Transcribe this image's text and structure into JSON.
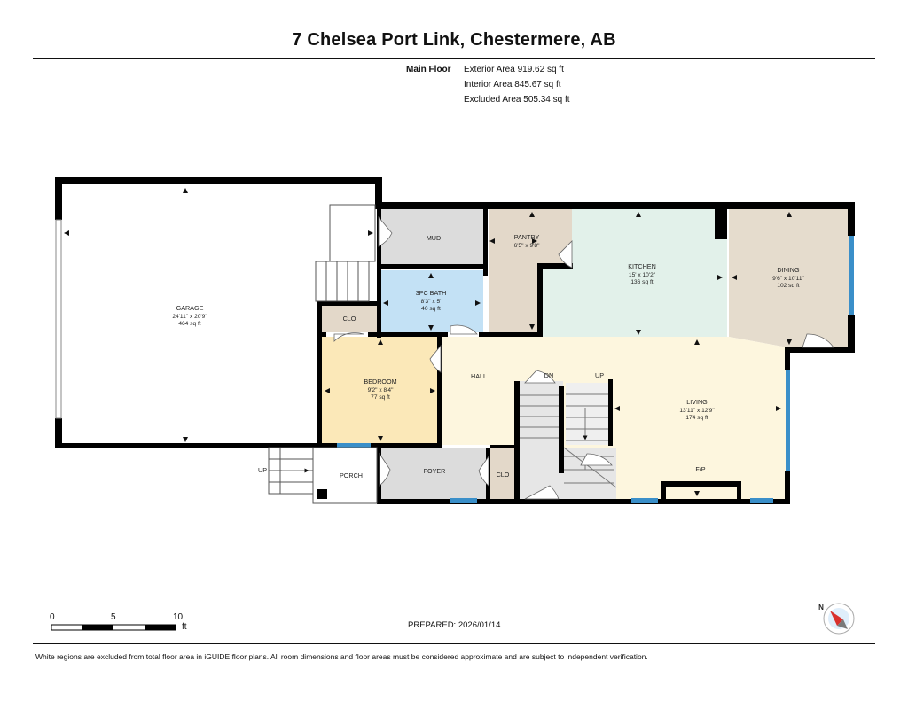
{
  "title": "7 Chelsea Port Link, Chestermere, AB",
  "floor_label": "Main Floor",
  "areas": [
    "Exterior Area 919.62 sq ft",
    "Interior Area 845.67 sq ft",
    "Excluded Area 505.34 sq ft"
  ],
  "rooms": {
    "garage": {
      "name": "GARAGE",
      "dims": "24'11\" x 20'9\"",
      "area": "464 sq ft"
    },
    "mud": {
      "name": "MUD"
    },
    "pantry": {
      "name": "PANTRY",
      "dims": "6'5\" x 9'8\""
    },
    "kitchen": {
      "name": "KITCHEN",
      "dims": "15' x 10'2\"",
      "area": "136 sq ft"
    },
    "dining": {
      "name": "DINING",
      "dims": "9'6\" x 10'11\"",
      "area": "102 sq ft"
    },
    "bath": {
      "name": "3PC BATH",
      "dims": "8'3\" x 5'",
      "area": "40 sq ft"
    },
    "clo1": {
      "name": "CLO"
    },
    "bedroom": {
      "name": "BEDROOM",
      "dims": "9'2\" x 8'4\"",
      "area": "77 sq ft"
    },
    "hall": {
      "name": "HALL"
    },
    "living": {
      "name": "LIVING",
      "dims": "13'11\" x 12'9\"",
      "area": "174 sq ft"
    },
    "foyer": {
      "name": "FOYER"
    },
    "clo2": {
      "name": "CLO"
    },
    "porch": {
      "name": "PORCH"
    },
    "fp": {
      "name": "F/P"
    }
  },
  "stairs": {
    "dn": "DN",
    "up": "UP",
    "porch_up": "UP"
  },
  "scale": {
    "ticks": [
      "0",
      "5",
      "10"
    ],
    "unit": "ft"
  },
  "prepared": "PREPARED: 2026/01/14",
  "compass": {
    "letter": "N"
  },
  "footer": "White regions are excluded from total floor area in iGUIDE floor plans. All room dimensions and floor areas must be considered approximate and are subject to independent verification.",
  "colors": {
    "wall": "#000000",
    "window": "#3a8fc9",
    "mud": "#dcdcdc",
    "pantry": "#e3d8c9",
    "kitchen": "#e2f1ea",
    "dining": "#e5dccd",
    "bath": "#c3e1f5",
    "clo": "#e3d8c9",
    "bedroom": "#fbe8b8",
    "hall": "#fdf6de",
    "foyer": "#dcdcdc",
    "stairs": "#e6e6e6"
  }
}
